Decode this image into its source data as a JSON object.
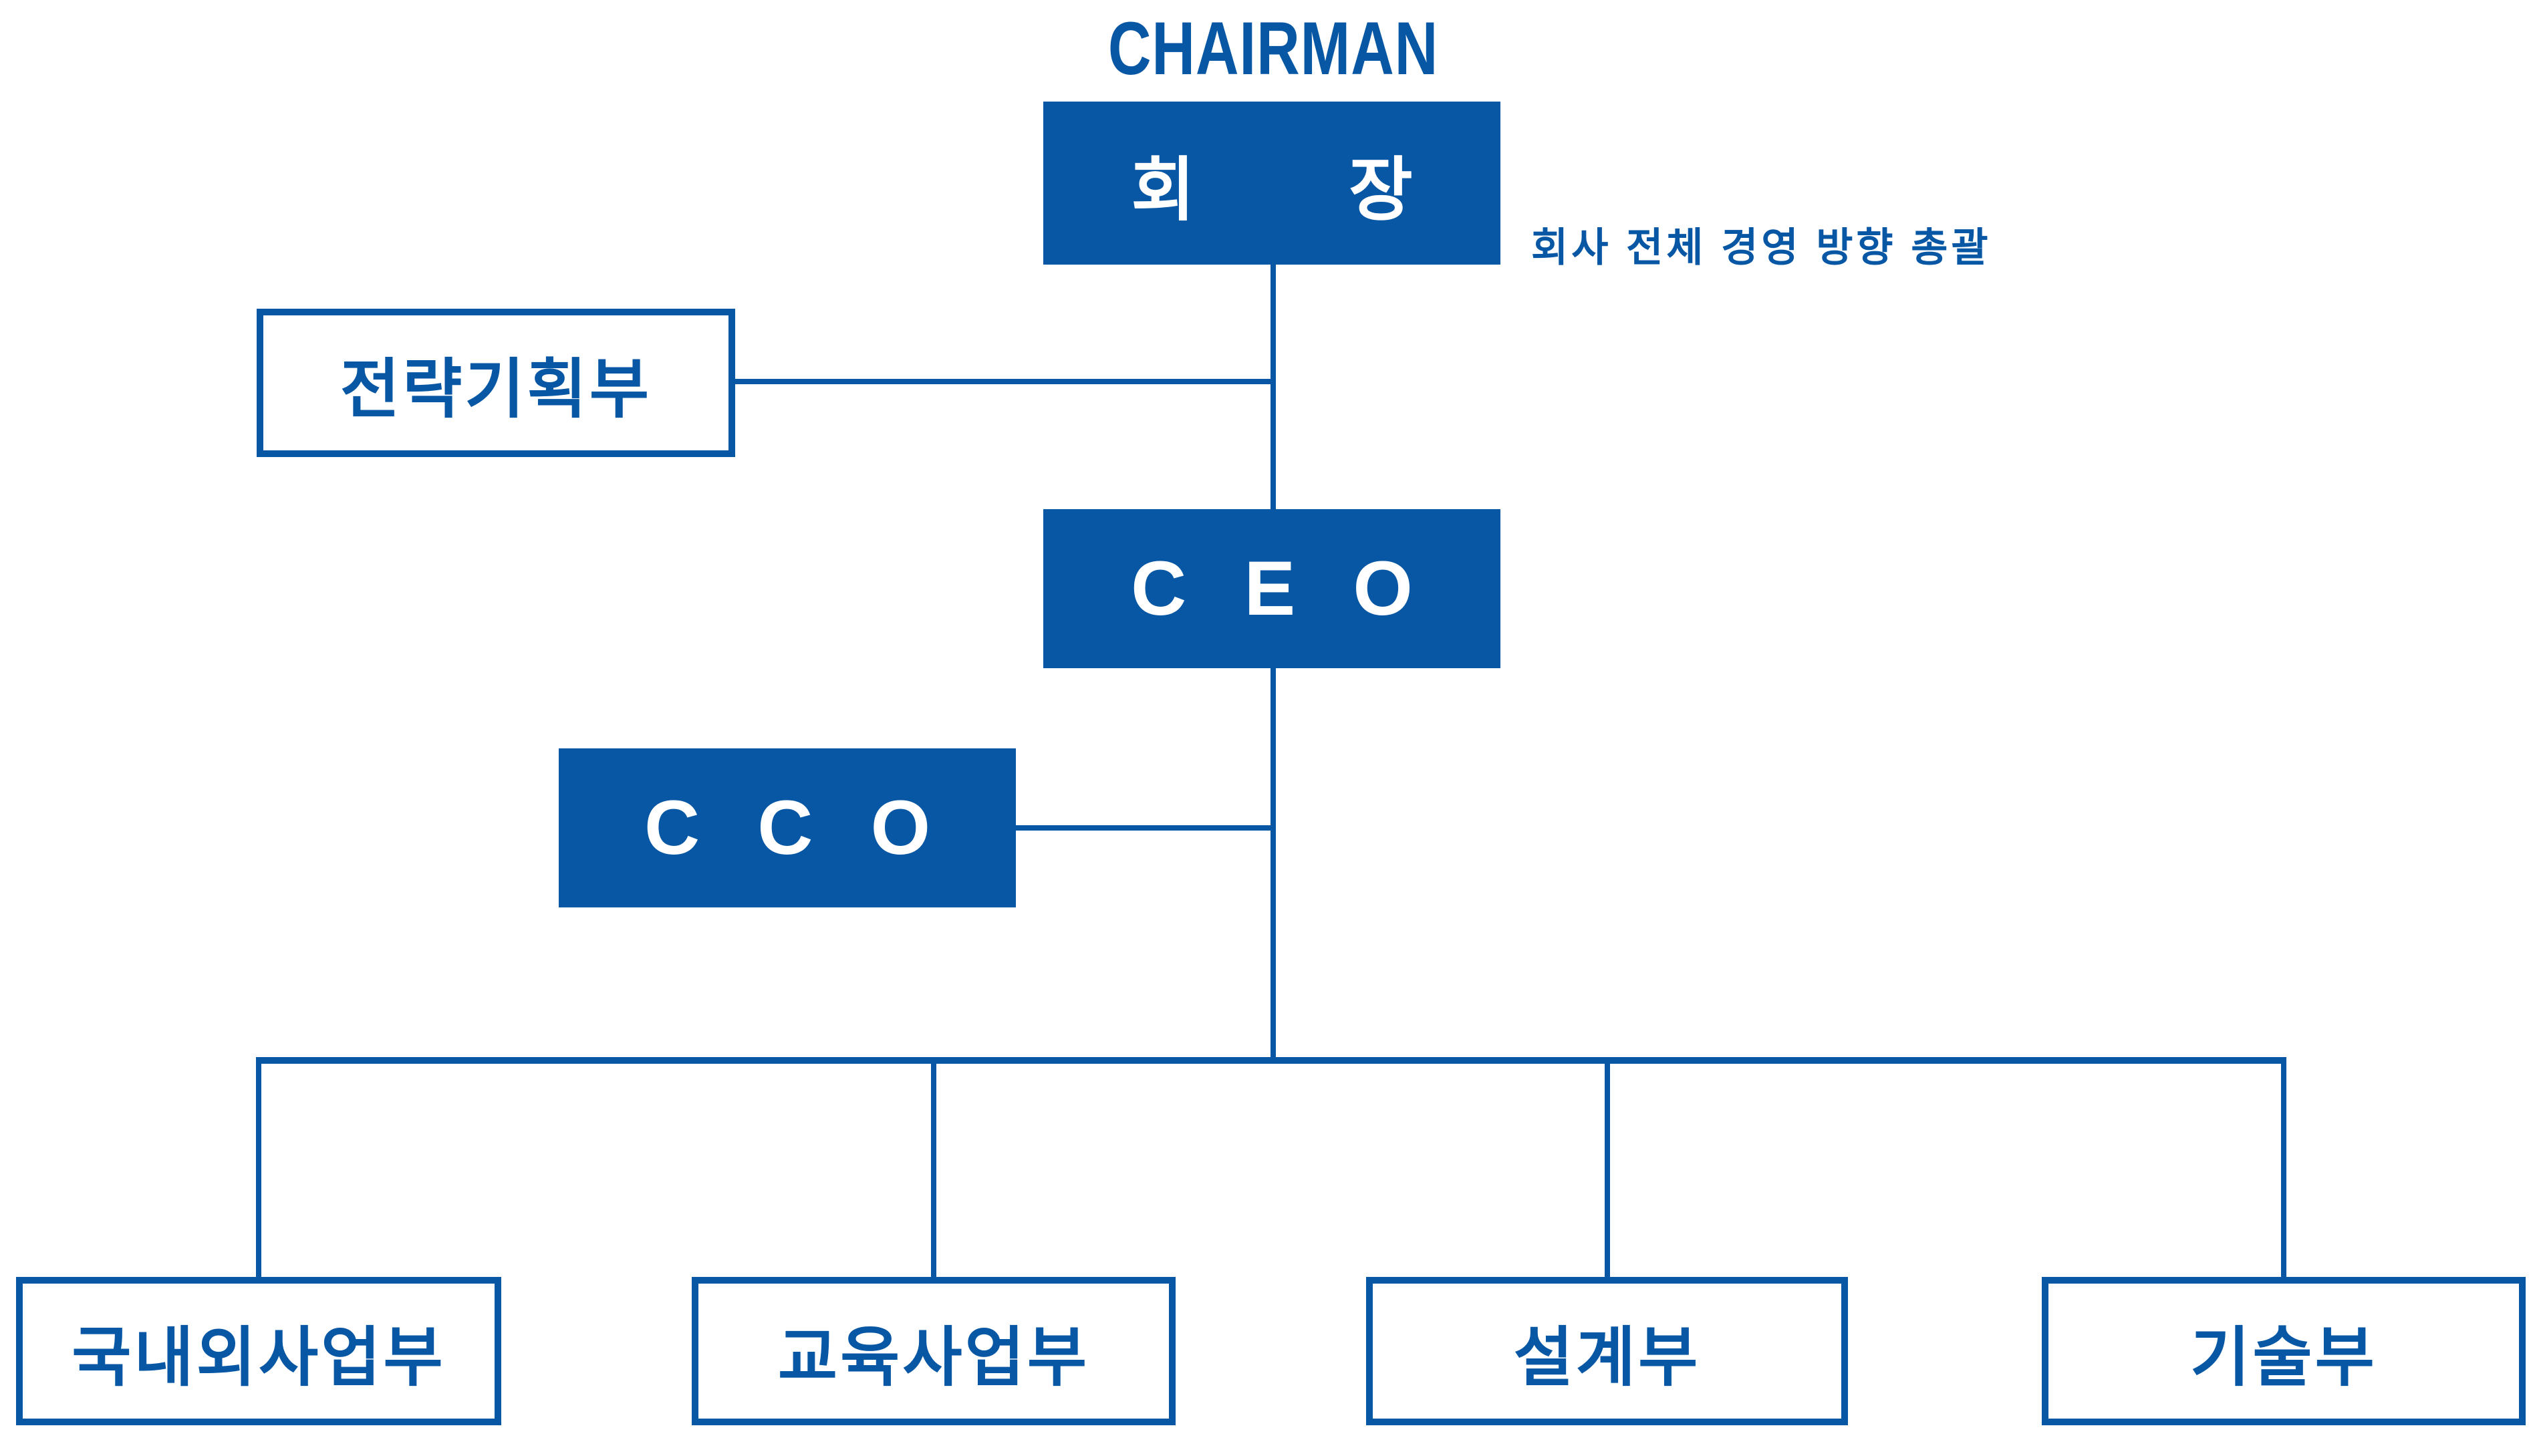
{
  "colors": {
    "blue": "#0857A5",
    "background": "#FFFFFF",
    "node_text_on_blue": "#FFFFFF"
  },
  "chart_title": "CHAIRMAN",
  "org": {
    "chairman": {
      "caption": "CHAIRMAN",
      "label": "회장",
      "display_chars": [
        "회",
        "장"
      ],
      "note": "회사 전체 경영 방향 총괄"
    },
    "staff": {
      "strategy_dept": {
        "label": "전략기획부"
      }
    },
    "ceo": {
      "label": "CEO"
    },
    "cco": {
      "label": "CCO"
    },
    "departments": [
      {
        "label": "국내외사업부"
      },
      {
        "label": "교육사업부"
      },
      {
        "label": "설계부"
      },
      {
        "label": "기술부"
      }
    ]
  }
}
